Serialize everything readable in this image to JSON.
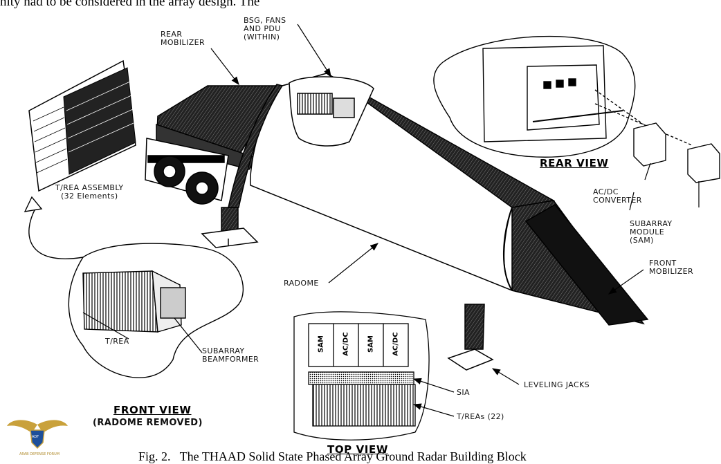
{
  "top_text": "nity had to be considered in the array design. The",
  "caption": "Fig. 2.   The THAAD Solid State Phased Array Ground Radar Building Block",
  "labels": {
    "rear_mobilizer": "REAR\nMOBILIZER",
    "bsg_fans_pdu": "BSG, FANS\nAND PDU\n(WITHIN)",
    "trea_assembly": "T/REA ASSEMBLY\n(32 Elements)",
    "rear_view": "REAR VIEW",
    "acdc_converter": "AC/DC\nCONVERTER",
    "subarray_module": "SUBARRAY\nMODULE\n(SAM)",
    "front_mobilizer": "FRONT\nMOBILIZER",
    "radome": "RADOME",
    "trea": "T/REA",
    "subarray_beamformer": "SUBARRAY\nBEAMFORMER",
    "front_view": "FRONT VIEW",
    "radome_removed": "(RADOME REMOVED)",
    "leveling_jacks": "LEVELING JACKS",
    "sia": "SIA",
    "treas_22": "T/REAs (22)",
    "top_view": "TOP VIEW"
  },
  "top_view_modules": [
    "SAM",
    "AC/DC",
    "SAM",
    "AC/DC"
  ],
  "logo": {
    "line1": "ADF",
    "line2": "ARAB DEFENSE FORUM",
    "colors": {
      "gold": "#c9a13b",
      "blue": "#1d4f9a"
    }
  },
  "colors": {
    "ink": "#000000",
    "paper": "#ffffff",
    "gray": "#555555"
  }
}
